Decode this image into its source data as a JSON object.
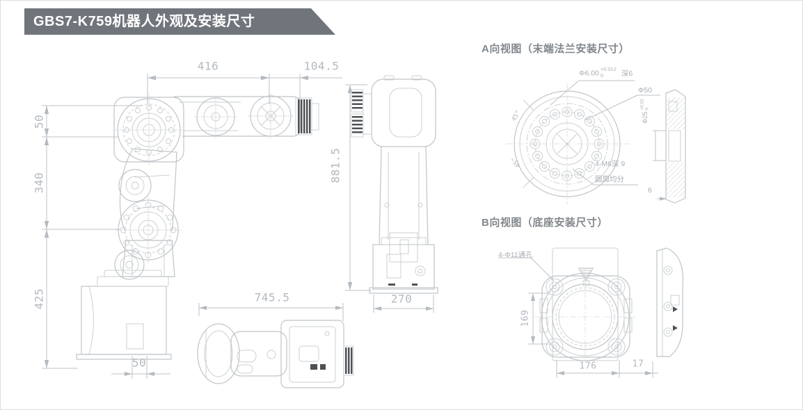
{
  "title": "GBS7-K759机器人外观及安装尺寸",
  "front_view": {
    "dim_top_main": "416",
    "dim_top_end": "104.5",
    "dim_left_top": "50",
    "dim_left_mid": "340",
    "dim_left_bottom": "425",
    "dim_base": "50"
  },
  "side_view": {
    "dim_height": "881.5",
    "dim_width": "270"
  },
  "top_view": {
    "dim_length": "745.5"
  },
  "view_a": {
    "heading": "A向视图（末端法兰安装尺寸）",
    "pin_dia": "Φ6.00",
    "pin_tol_up": "+0.012",
    "pin_tol_low": "0",
    "pin_depth": "深6",
    "bolt_circle_dia": "Φ50",
    "bolt_note_line1": "4-M6深 9",
    "bolt_note_line2": "圆周均分",
    "bore_dia": "Φ25",
    "bore_tol_up": "+0.01",
    "bore_tol_low": "0",
    "flange_thickness": "6",
    "angle_upper": "45°",
    "angle_lower": "45°"
  },
  "view_b": {
    "heading": "B向视图（底座安装尺寸）",
    "hole_note": "4-Φ11通孔",
    "dim_height": "169",
    "dim_width": "176",
    "dim_offset": "17"
  },
  "colors": {
    "banner": "#70757b",
    "heading": "#82878c",
    "dim_text": "#b3b9bf",
    "line": "#c9cdd0"
  }
}
